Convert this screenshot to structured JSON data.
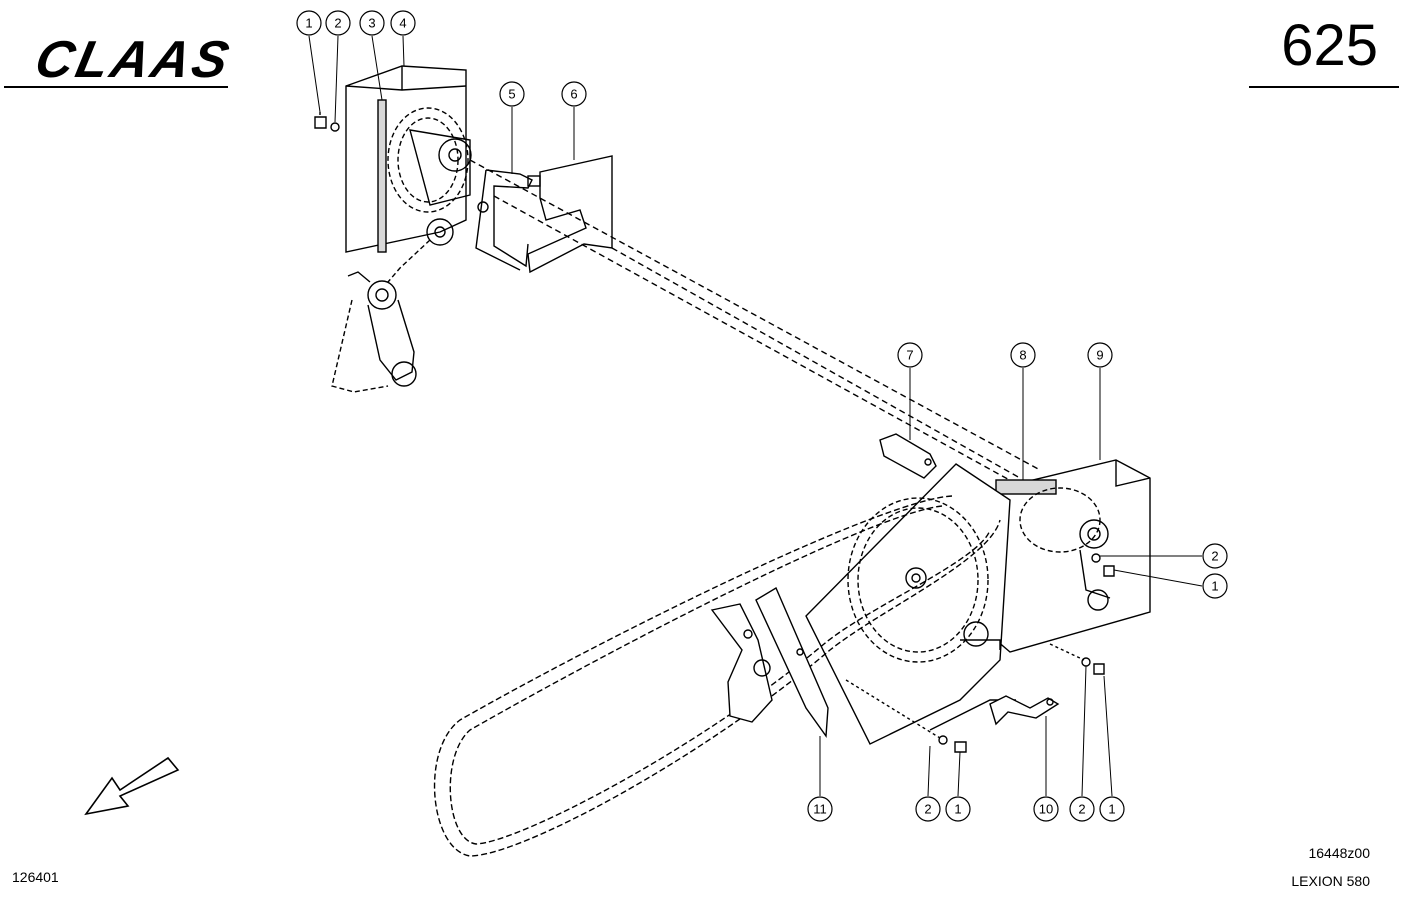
{
  "header": {
    "brand": "CLAAS",
    "page_number": "625"
  },
  "footer": {
    "document_id": "126401",
    "drawing_ref": "16448z00",
    "model": "LEXION 580"
  },
  "callouts": {
    "c1a": "1",
    "c2a": "2",
    "c3": "3",
    "c4": "4",
    "c5": "5",
    "c6": "6",
    "c7": "7",
    "c8": "8",
    "c9": "9",
    "c2b": "2",
    "c1b": "1",
    "c11": "11",
    "c2c": "2",
    "c1c": "1",
    "c10": "10",
    "c2d": "2",
    "c1d": "1"
  },
  "icons": {
    "direction_arrow": "arrow-down-left-icon"
  }
}
